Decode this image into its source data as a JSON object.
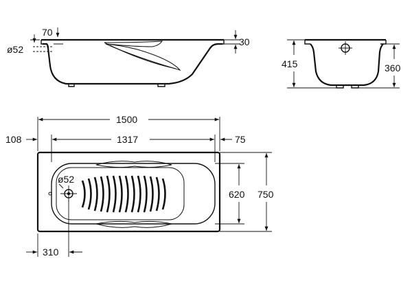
{
  "labels": {
    "rim_width": "70",
    "rim_height": "30",
    "drain_side": "ø52",
    "total_height": "415",
    "inner_height": "360",
    "length": "1500",
    "inner_length": "1317",
    "left_margin": "108",
    "right_margin": "75",
    "inner_width": "620",
    "width": "750",
    "drain_top": "ø52",
    "drain_offset": "310"
  }
}
